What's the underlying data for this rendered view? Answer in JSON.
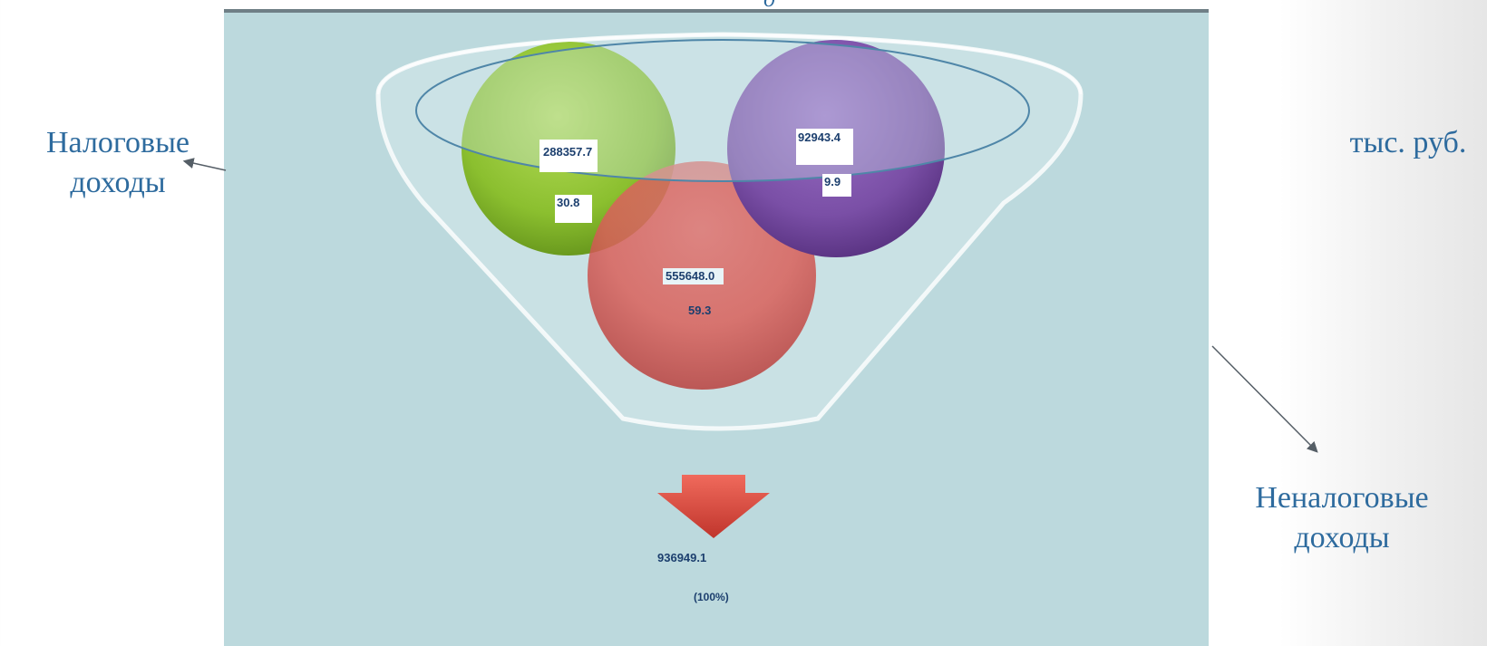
{
  "labels": {
    "tax_income": "Налоговые доходы",
    "tax_income_line1": "Налоговые",
    "tax_income_line2": "доходы",
    "non_tax_income_line1": "Неналоговые",
    "non_tax_income_line2": "доходы",
    "units": "тыс. руб."
  },
  "circles": [
    {
      "id": "green",
      "value": "288357.7",
      "percent": "30.8",
      "color": "#8bbf2f"
    },
    {
      "id": "purple",
      "value": "92943.4",
      "percent": "9.9",
      "color": "#7a4fa6"
    },
    {
      "id": "red",
      "value": "555648.0",
      "percent": "59.3",
      "color": "#d9605a"
    }
  ],
  "total": {
    "value": "936949.1",
    "percent": "(100%)"
  },
  "colors": {
    "panel": "#bcd9dd",
    "label_text": "#2e6b9e",
    "data_text": "#1c3f6e",
    "arrow": "#d9463b"
  }
}
